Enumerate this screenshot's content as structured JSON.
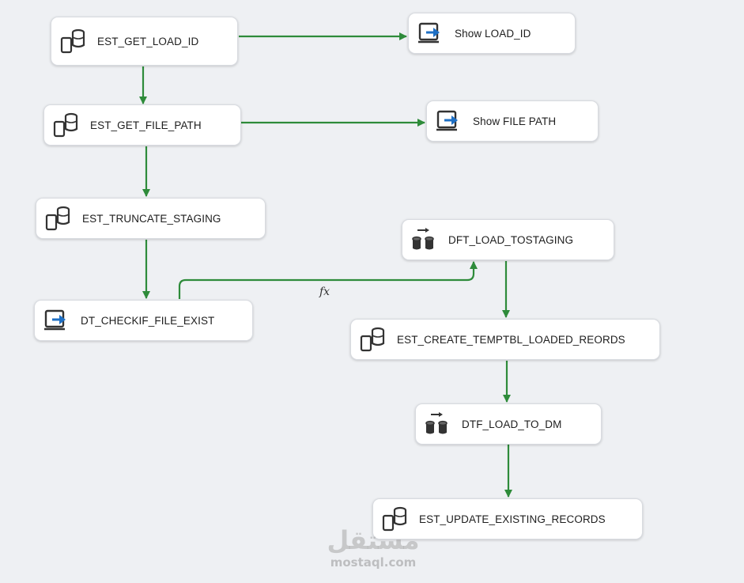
{
  "tasks": [
    {
      "label": "EST_GET_LOAD_ID",
      "icon": "execute-sql-icon"
    },
    {
      "label": "Show LOAD_ID",
      "icon": "script-task-icon"
    },
    {
      "label": "EST_GET_FILE_PATH",
      "icon": "execute-sql-icon"
    },
    {
      "label": "Show FILE PATH",
      "icon": "script-task-icon"
    },
    {
      "label": "EST_TRUNCATE_STAGING",
      "icon": "execute-sql-icon"
    },
    {
      "label": "DFT_LOAD_TOSTAGING",
      "icon": "data-flow-icon"
    },
    {
      "label": "DT_CHECKIF_FILE_EXIST",
      "icon": "script-task-icon"
    },
    {
      "label": "EST_CREATE_TEMPTBL_LOADED_REORDS",
      "icon": "execute-sql-icon"
    },
    {
      "label": "DTF_LOAD_TO_DM",
      "icon": "data-flow-icon"
    },
    {
      "label": "EST_UPDATE_EXISTING_RECORDS",
      "icon": "execute-sql-icon"
    }
  ],
  "expression_marker": "fx",
  "watermark": {
    "arabic": "مستقل",
    "latin": "mostaql.com"
  },
  "colors": {
    "connector": "#2e8b3a",
    "background": "#eef0f3",
    "task_bg": "#ffffff"
  }
}
